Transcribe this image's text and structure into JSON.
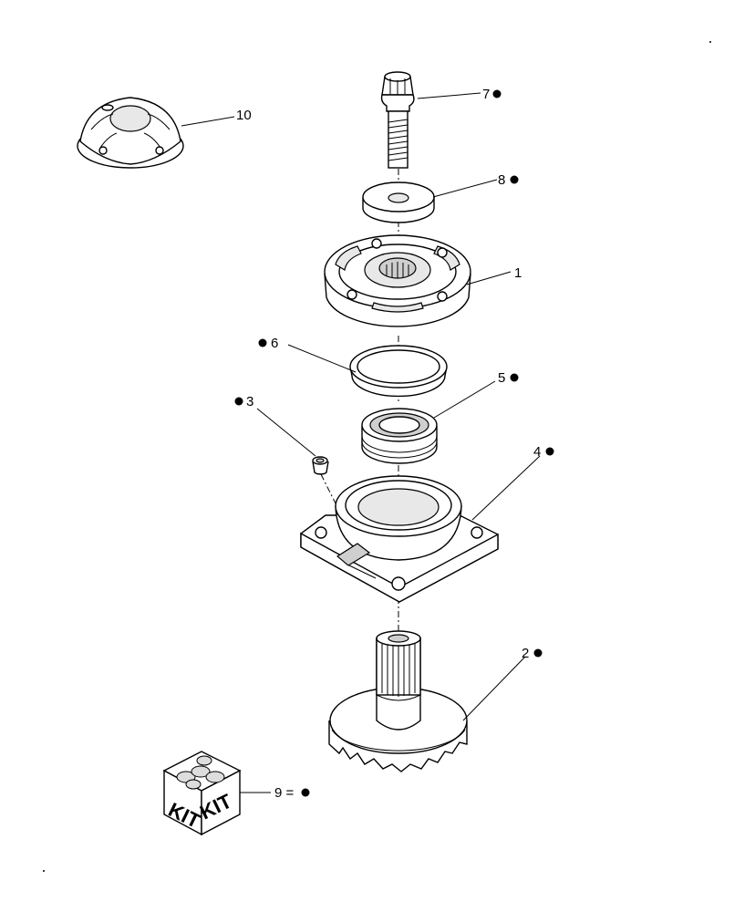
{
  "callouts": [
    {
      "id": "c7",
      "text": "7",
      "bullet": true
    },
    {
      "id": "c8",
      "text": "8",
      "bullet": true
    },
    {
      "id": "c1",
      "text": "1",
      "bullet": false
    },
    {
      "id": "c6",
      "text": "6",
      "bullet": true
    },
    {
      "id": "c5",
      "text": "5",
      "bullet": true
    },
    {
      "id": "c3",
      "text": "3",
      "bullet": true
    },
    {
      "id": "c4",
      "text": "4",
      "bullet": true
    },
    {
      "id": "c2",
      "text": "2",
      "bullet": true
    },
    {
      "id": "c10",
      "text": "10",
      "bullet": false
    },
    {
      "id": "c9",
      "text": "9 =",
      "bullet": true
    }
  ],
  "kit_box": {
    "left_label": "KIT",
    "right_label": "KIT"
  }
}
